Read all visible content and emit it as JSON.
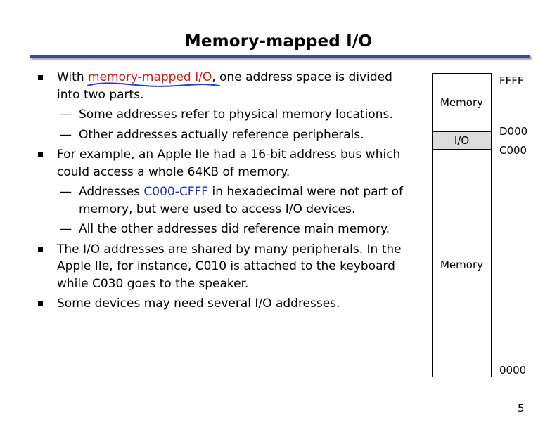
{
  "slide": {
    "title": "Memory-mapped I/O",
    "page_number": "5"
  },
  "bullets": {
    "b1": {
      "pre": "With ",
      "highlight": "memory-mapped I/O",
      "post_line1": ", one address space is divided",
      "line2": "into two parts.",
      "highlight_color": "#e0150f"
    },
    "b1_sub1": {
      "dash": "—",
      "text": "Some addresses refer to physical memory locations."
    },
    "b1_sub2": {
      "dash": "—",
      "text": "Other addresses actually reference peripherals."
    },
    "b2": {
      "line1": "For example, an Apple IIe had a 16-bit address bus which",
      "line2": "could access a whole 64KB of memory."
    },
    "b2_sub1": {
      "dash": "—",
      "pre": "Addresses ",
      "highlight": "C000-CFFF",
      "post": " in hexadecimal were not part of",
      "line2": "memory, but were used to access I/O devices.",
      "highlight_color": "#1f2fd6"
    },
    "b2_sub2": {
      "dash": "—",
      "text": "All the other addresses did reference main memory."
    },
    "b3": {
      "line1": "The I/O addresses are shared by many peripherals. In the",
      "line2": "Apple IIe, for instance, C010 is attached to the keyboard",
      "line3": "while C030 goes to the speaker."
    },
    "b4": {
      "text": "Some devices may need several I/O addresses."
    }
  },
  "memory_map": {
    "top_region_label": "Memory",
    "io_region_label": "I/O",
    "bottom_region_label": "Memory",
    "io_fill_color": "#dcdcdc",
    "addresses": {
      "top": "FFFF",
      "io_top": "D000",
      "io_bottom": "C000",
      "bottom": "0000"
    }
  }
}
